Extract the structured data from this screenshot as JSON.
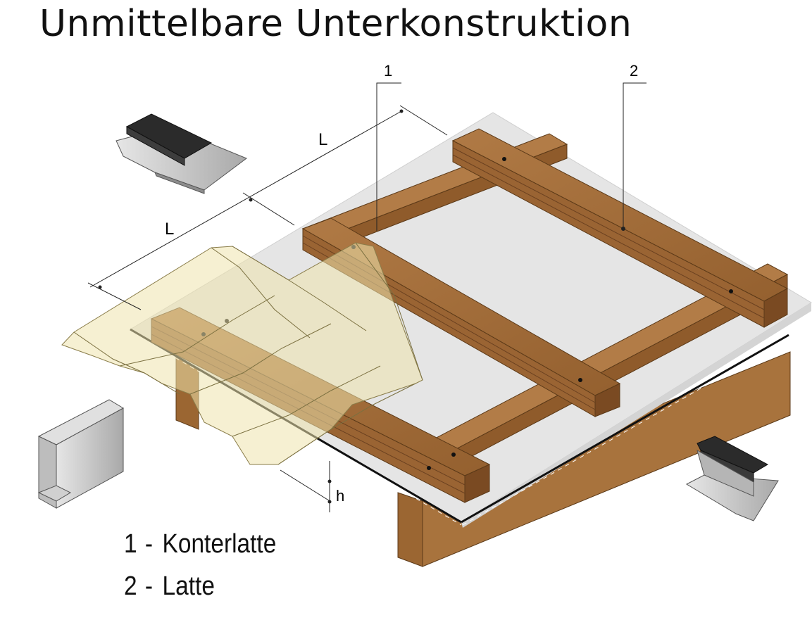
{
  "title": "Unmittelbare Unterkonstruktion",
  "callouts": [
    {
      "id": "1",
      "label": "1"
    },
    {
      "id": "2",
      "label": "2"
    }
  ],
  "dimensions": {
    "L_upper": "L",
    "L_lower": "L",
    "h": "h"
  },
  "legend": [
    {
      "num": "1",
      "sep": "-",
      "text": "Konterlatte"
    },
    {
      "num": "2",
      "sep": "-",
      "text": "Latte"
    }
  ],
  "colors": {
    "wood": "#a0693a",
    "wood_dark": "#7a4a22",
    "wood_light": "#b8834f",
    "roof_board": "#e4e4e4",
    "sheet": "#efe5b0",
    "metal": "#c8c8c8",
    "rubber": "#2e2e2e"
  }
}
